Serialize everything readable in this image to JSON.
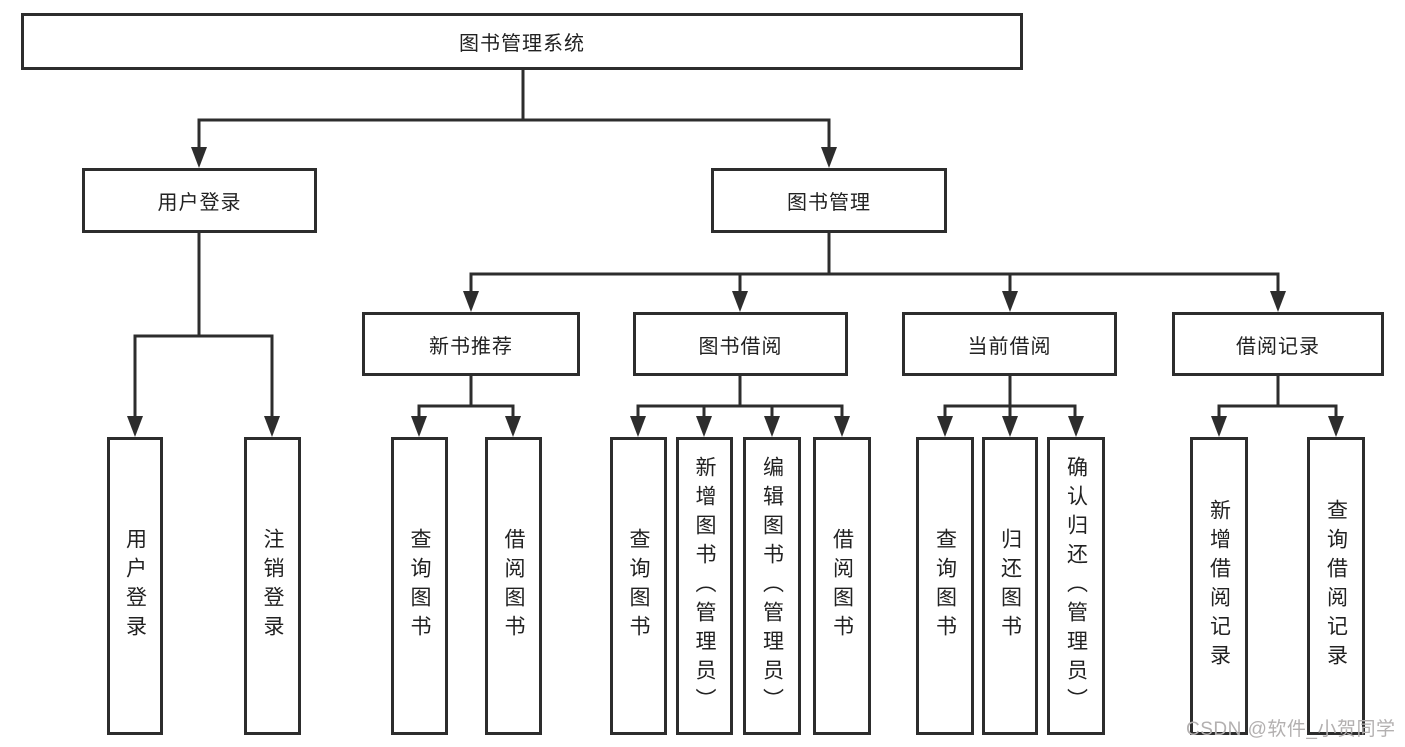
{
  "title": "图书管理系统",
  "watermark": "CSDN @软件_小贺同学",
  "colors": {
    "line": "#2d2d2d",
    "text": "#222222",
    "background": "#ffffff",
    "watermark": "#b3b0b0"
  },
  "branches": [
    {
      "label": "用户登录",
      "children": [
        "用户登录",
        "注销登录"
      ]
    },
    {
      "label": "图书管理",
      "groups": [
        {
          "label": "新书推荐",
          "children": [
            "查询图书",
            "借阅图书"
          ]
        },
        {
          "label": "图书借阅",
          "children": [
            "查询图书",
            "新增图书（管理员）",
            "编辑图书（管理员）",
            "借阅图书"
          ]
        },
        {
          "label": "当前借阅",
          "children": [
            "查询图书",
            "归还图书",
            "确认归还（管理员）"
          ]
        },
        {
          "label": "借阅记录",
          "children": [
            "新增借阅记录",
            "查询借阅记录"
          ]
        }
      ]
    }
  ]
}
